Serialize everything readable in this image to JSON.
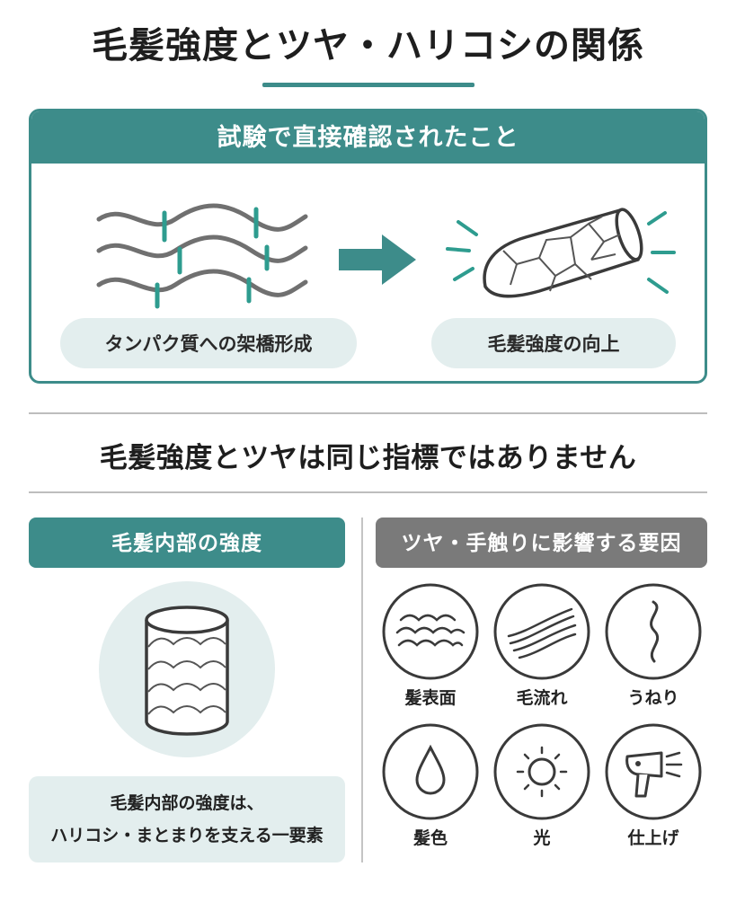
{
  "title": "毛髪強度とツヤ・ハリコシの関係",
  "confirmed_panel": {
    "header": "試験で直接確認されたこと",
    "left_label": "タンパク質への架橋形成",
    "right_label": "毛髪強度の向上"
  },
  "statement": "毛髪強度とツヤは同じ指標ではありません",
  "left_section": {
    "header": "毛髪内部の強度",
    "caption_line1": "毛髪内部の強度は、",
    "caption_line2": "ハリコシ・まとまりを支える一要素"
  },
  "right_section": {
    "header": "ツヤ・手触りに影響する要因",
    "factors": [
      {
        "label": "髪表面",
        "icon": "hair-surface-wave-icon"
      },
      {
        "label": "毛流れ",
        "icon": "hair-flow-icon"
      },
      {
        "label": "うねり",
        "icon": "wave-curl-icon"
      },
      {
        "label": "髪色",
        "icon": "droplet-icon"
      },
      {
        "label": "光",
        "icon": "sun-icon"
      },
      {
        "label": "仕上げ",
        "icon": "hair-dryer-icon"
      }
    ]
  },
  "colors": {
    "teal": "#3d8c8a",
    "gray": "#7a7a7a",
    "pale_teal": "#e3eeee"
  }
}
